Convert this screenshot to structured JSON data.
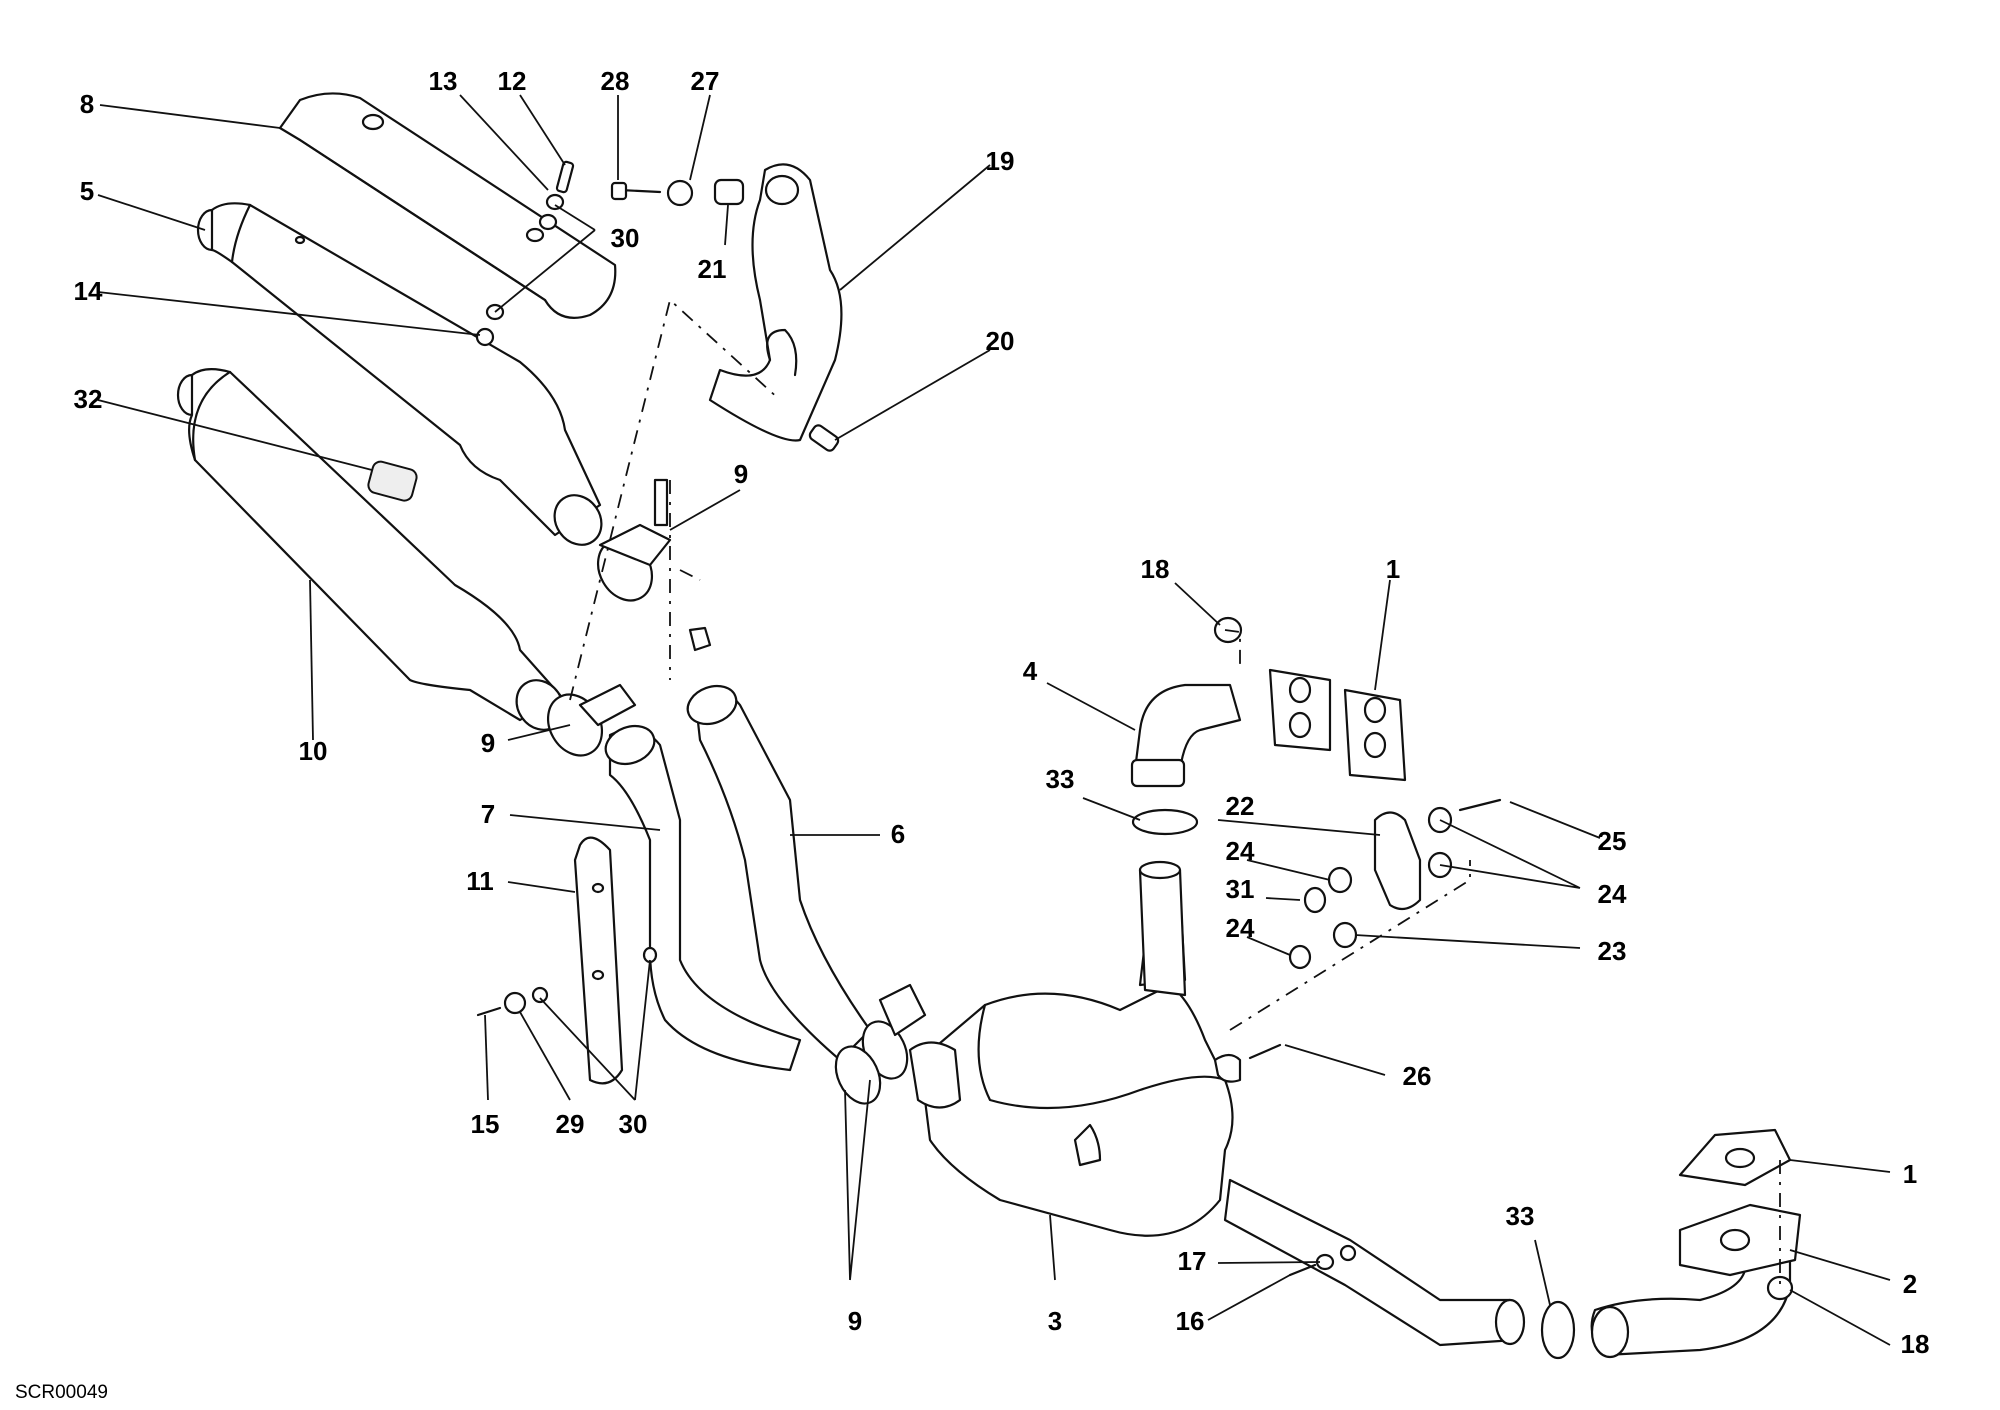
{
  "diagram": {
    "code": "SCR00049",
    "callouts": [
      {
        "label": "8"
      },
      {
        "label": "5"
      },
      {
        "label": "14"
      },
      {
        "label": "32"
      },
      {
        "label": "10"
      },
      {
        "label": "13"
      },
      {
        "label": "12"
      },
      {
        "label": "30"
      },
      {
        "label": "28"
      },
      {
        "label": "27"
      },
      {
        "label": "21"
      },
      {
        "label": "19"
      },
      {
        "label": "20"
      },
      {
        "label": "9"
      },
      {
        "label": "9"
      },
      {
        "label": "7"
      },
      {
        "label": "6"
      },
      {
        "label": "11"
      },
      {
        "label": "15"
      },
      {
        "label": "29"
      },
      {
        "label": "30"
      },
      {
        "label": "9"
      },
      {
        "label": "3"
      },
      {
        "label": "18"
      },
      {
        "label": "1"
      },
      {
        "label": "4"
      },
      {
        "label": "33"
      },
      {
        "label": "22"
      },
      {
        "label": "24"
      },
      {
        "label": "31"
      },
      {
        "label": "24"
      },
      {
        "label": "25"
      },
      {
        "label": "24"
      },
      {
        "label": "23"
      },
      {
        "label": "26"
      },
      {
        "label": "1"
      },
      {
        "label": "33"
      },
      {
        "label": "2"
      },
      {
        "label": "17"
      },
      {
        "label": "16"
      },
      {
        "label": "18"
      }
    ]
  }
}
